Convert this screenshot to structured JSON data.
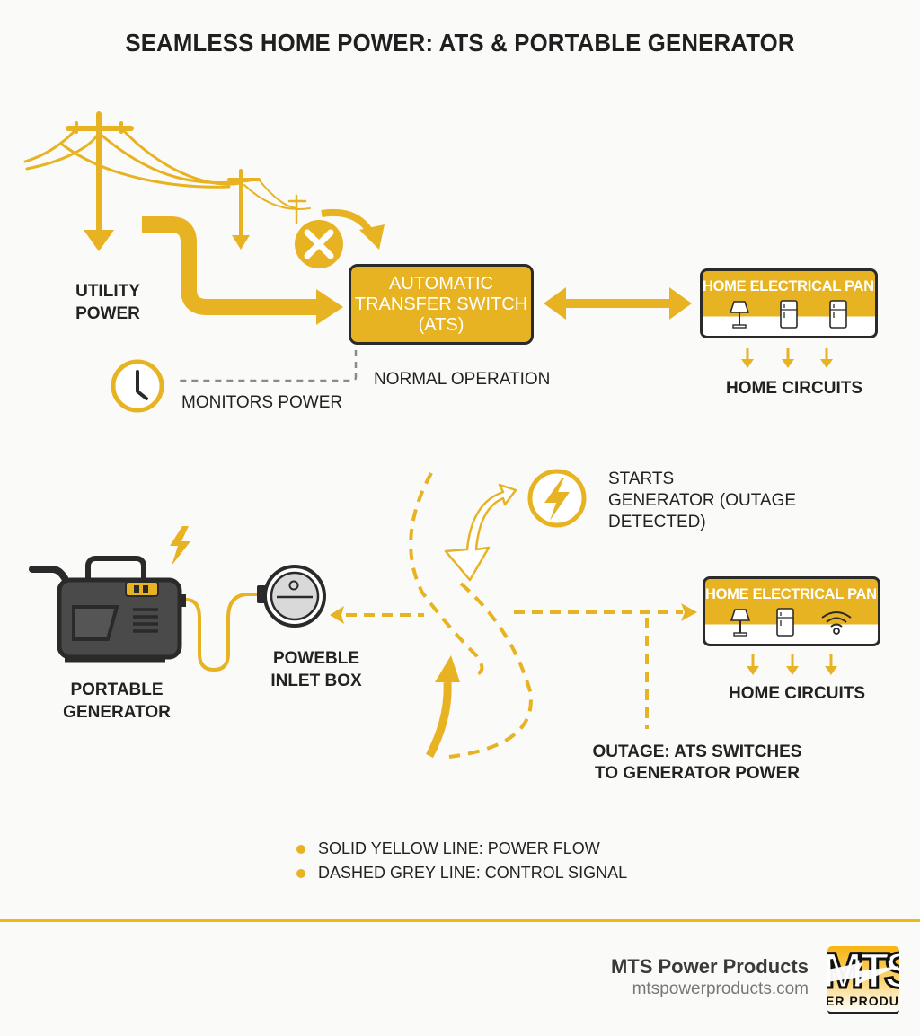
{
  "title": "SEAMLESS HOME POWER: ATS & PORTABLE GENERATOR",
  "colors": {
    "accent_yellow": "#e8b323",
    "dark_outline": "#2a2a2a",
    "control_grey": "#8a8a8a",
    "footer_rule": "#f0b90b",
    "background": "#fafaf8"
  },
  "top_section": {
    "utility_label": [
      "UTILITY",
      "POWER"
    ],
    "ats_box_lines": [
      "AUTOMATIC",
      "TRANSFER SWITCH",
      "(ATS)"
    ],
    "normal_operation_label": "NORMAL OPERATION",
    "monitors_label": "MONITORS POWER",
    "panel": {
      "title": "HOME ELECTRICAL PANEL",
      "icons": [
        "lamp-icon",
        "refrigerator-icon",
        "refrigerator-icon"
      ],
      "circuits_label": "HOME CIRCUITS"
    },
    "icons": [
      "utility-pole-icon",
      "outage-x-icon",
      "clock-icon"
    ]
  },
  "bottom_section": {
    "starts_label": [
      "STARTS",
      "GENERATOR (OUTAGE",
      "DETECTED)"
    ],
    "generator_label": [
      "PORTABLE",
      "GENERATOR"
    ],
    "inlet_label": [
      "POWEBLE",
      "INLET BOX"
    ],
    "outage_label": [
      "OUTAGE: ATS SWITCHES",
      "TO GENERATOR POWER"
    ],
    "panel": {
      "title": "HOME ELECTRICAL PANEL",
      "icons": [
        "lamp-icon",
        "refrigerator-icon",
        "wifi-icon"
      ],
      "circuits_label": "HOME CIRCUITS"
    },
    "icons": [
      "lightning-circle-icon",
      "portable-generator-icon",
      "inlet-box-icon",
      "lightning-icon"
    ]
  },
  "legend": [
    {
      "label": "SOLID YELLOW LINE: POWER FLOW"
    },
    {
      "label": "DASHED GREY LINE: CONTROL SIGNAL"
    }
  ],
  "footer": {
    "brand_name": "MTS Power Products",
    "brand_url": "mtspowerproducts.com",
    "logo_letters": "MTS",
    "logo_sub": "ER PRODUC"
  }
}
